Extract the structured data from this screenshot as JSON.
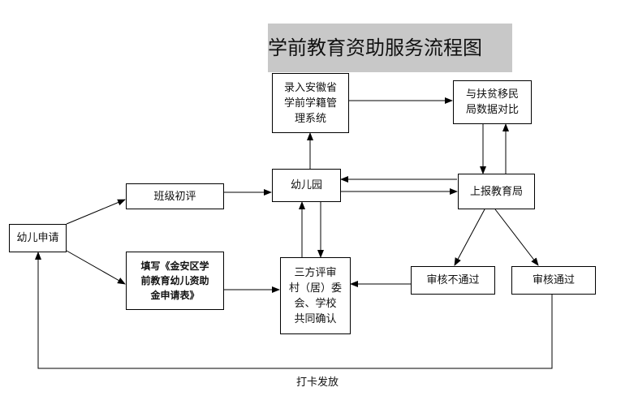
{
  "title": "学前教育资助服务流程图",
  "nodes": {
    "apply": "幼儿申请",
    "class_review": "班级初评",
    "fill_form": "填写《金安区学\n前教育幼儿资助\n金申请表》",
    "kindergarten": "幼儿园",
    "enter_system": "录入安徽省\n学前学籍管\n理系统",
    "compare": "与扶贫移民\n局数据对比",
    "report_bureau": "上报教育局",
    "tripartite": "三方评审\n村（居）委\n会、学校\n共同确认",
    "not_passed": "审核不通过",
    "passed": "审核通过"
  },
  "edge_labels": {
    "print_card": "打卡发放"
  }
}
